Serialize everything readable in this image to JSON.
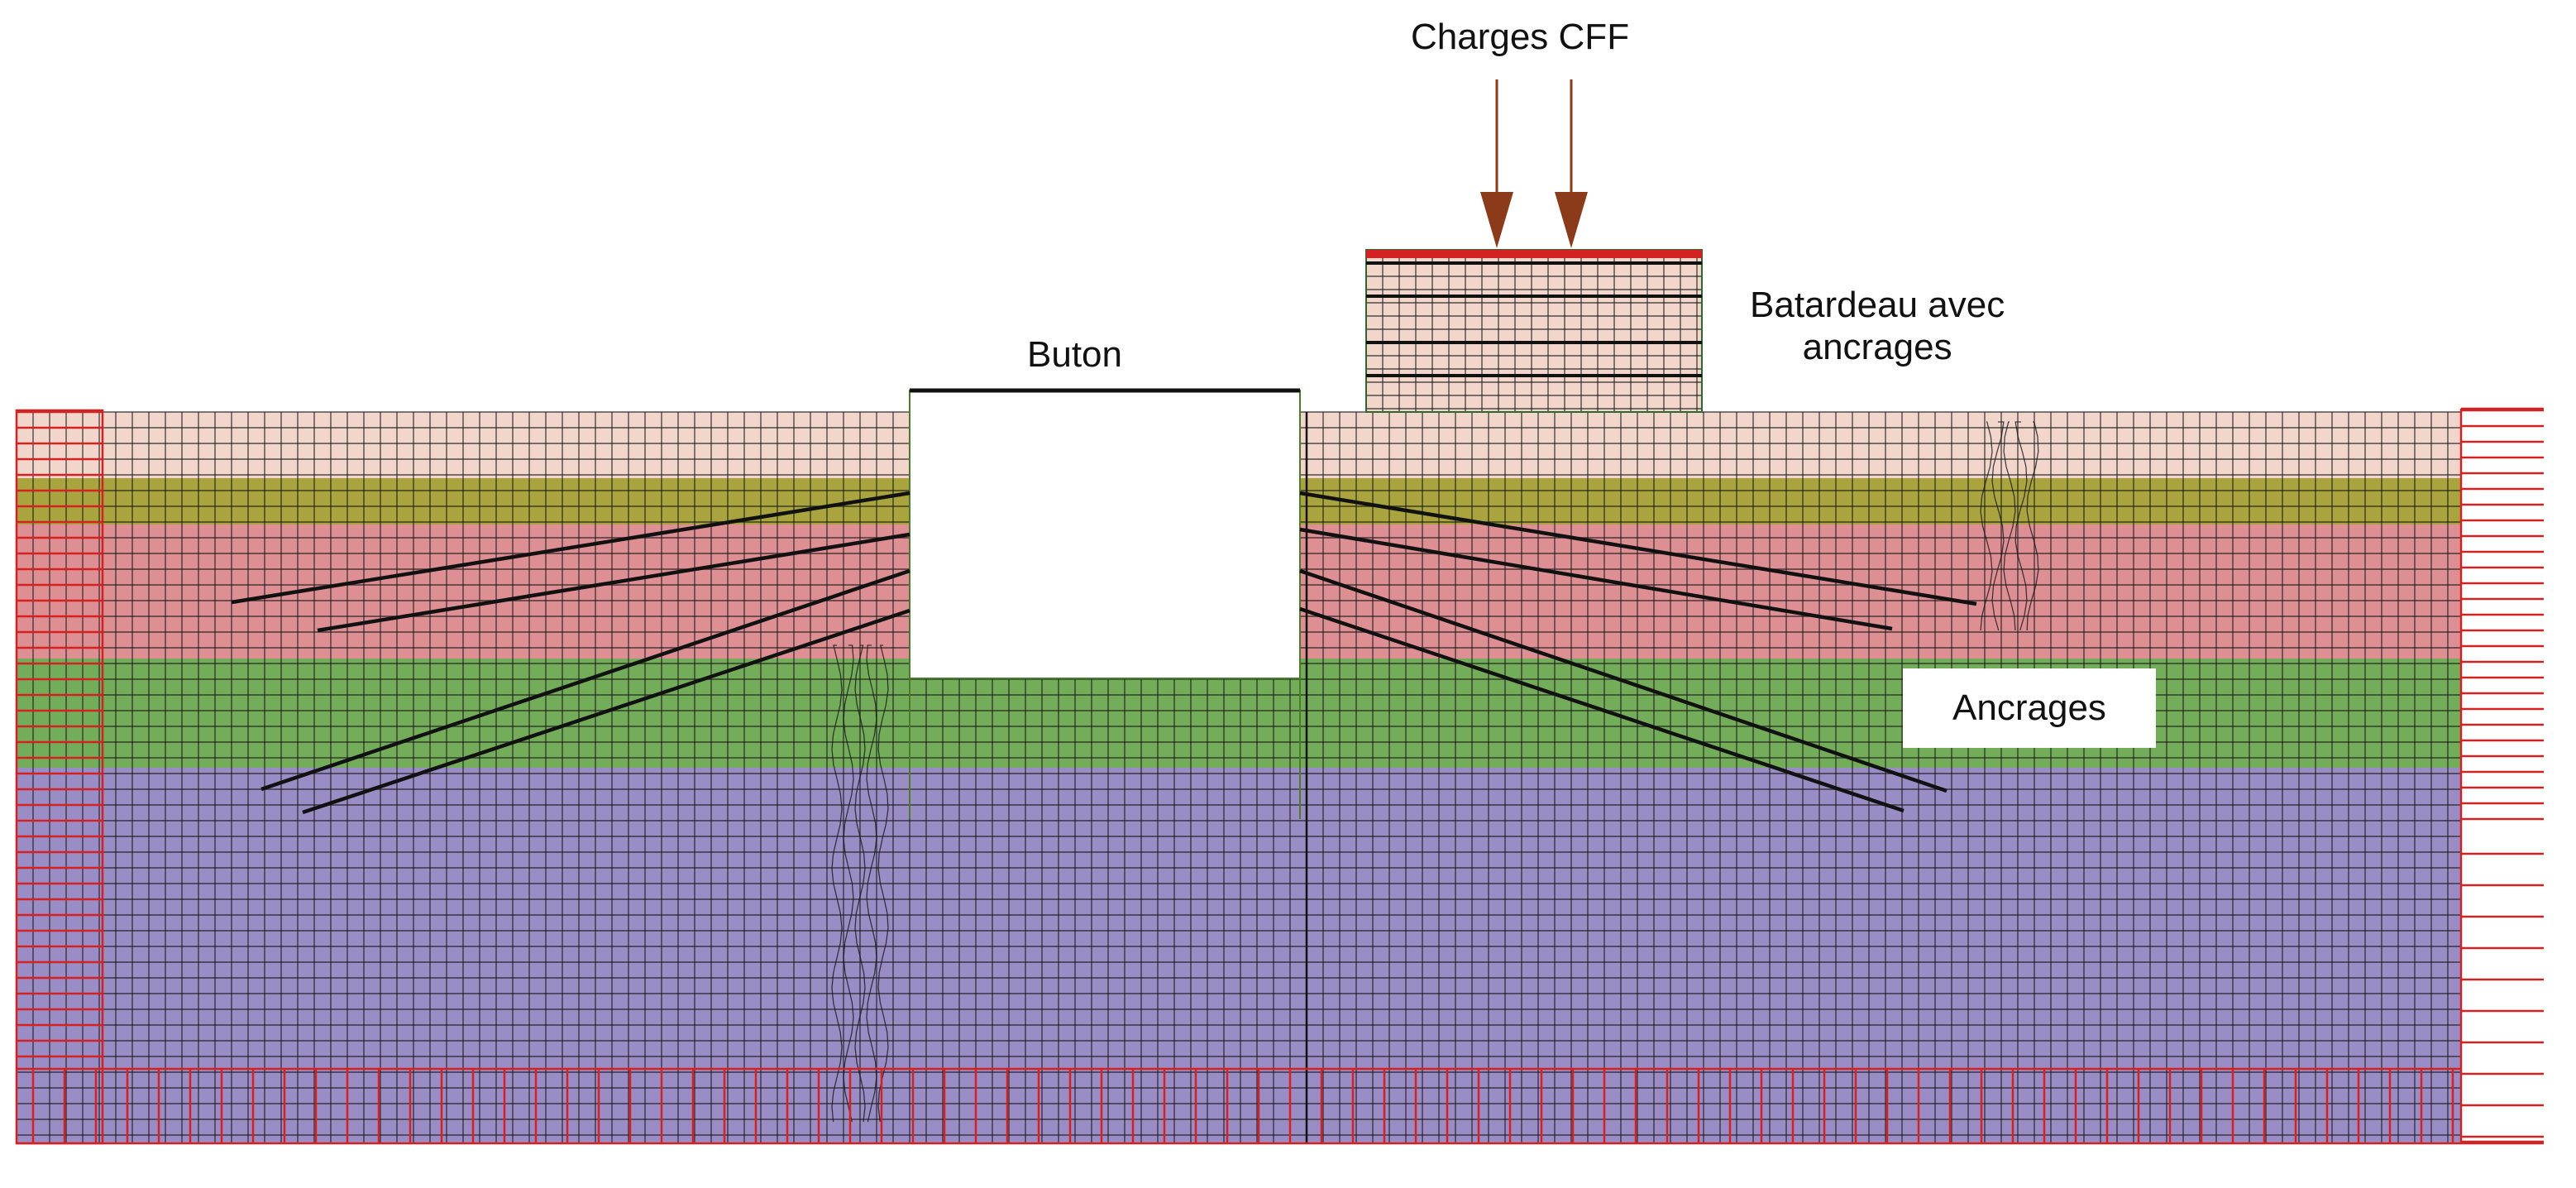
{
  "labels": {
    "loads": "Charges CFF",
    "strut": "Buton",
    "cofferdam_line1": "Batardeau avec",
    "cofferdam_line2": "ancrages",
    "anchors": "Ancrages"
  },
  "colors": {
    "background": "#ffffff",
    "layer_top": "#f2d6cc",
    "layer_olive": "#a9a43e",
    "layer_pink": "#de8f93",
    "layer_green": "#74ad5a",
    "layer_purple": "#9a8cc4",
    "mesh_lines": "#1a1a1a",
    "boundary_red": "#d42222",
    "load_arrow": "#8b3a1a",
    "anchor_lines": "#111111"
  },
  "soil_layers": [
    "layer_top",
    "layer_olive",
    "layer_pink",
    "layer_green",
    "layer_purple"
  ]
}
